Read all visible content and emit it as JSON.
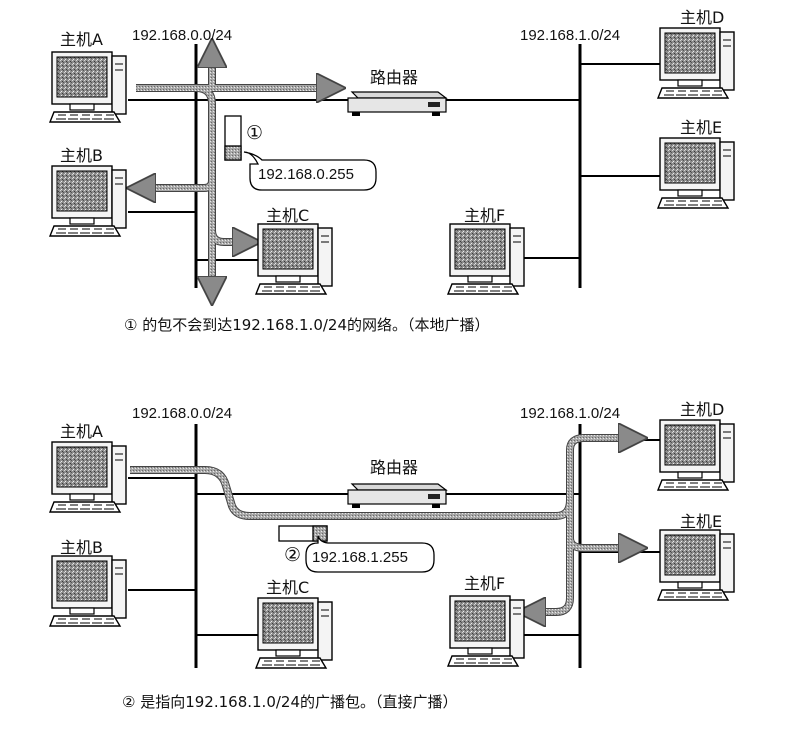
{
  "top": {
    "net_left": "192.168.0.0/24",
    "net_right": "192.168.1.0/24",
    "router": "路由器",
    "hosts": {
      "a": "主机A",
      "b": "主机B",
      "c": "主机C",
      "d": "主机D",
      "e": "主机E",
      "f": "主机F"
    },
    "packet_number": "①",
    "packet_address": "192.168.0.255",
    "caption": "① 的包不会到达192.168.1.0/24的网络。（本地广播）"
  },
  "bottom": {
    "net_left": "192.168.0.0/24",
    "net_right": "192.168.1.0/24",
    "router": "路由器",
    "hosts": {
      "a": "主机A",
      "b": "主机B",
      "c": "主机C",
      "d": "主机D",
      "e": "主机E",
      "f": "主机F"
    },
    "packet_number": "②",
    "packet_address": "192.168.1.255",
    "caption": "② 是指向192.168.1.0/24的广播包。（直接广播）"
  }
}
